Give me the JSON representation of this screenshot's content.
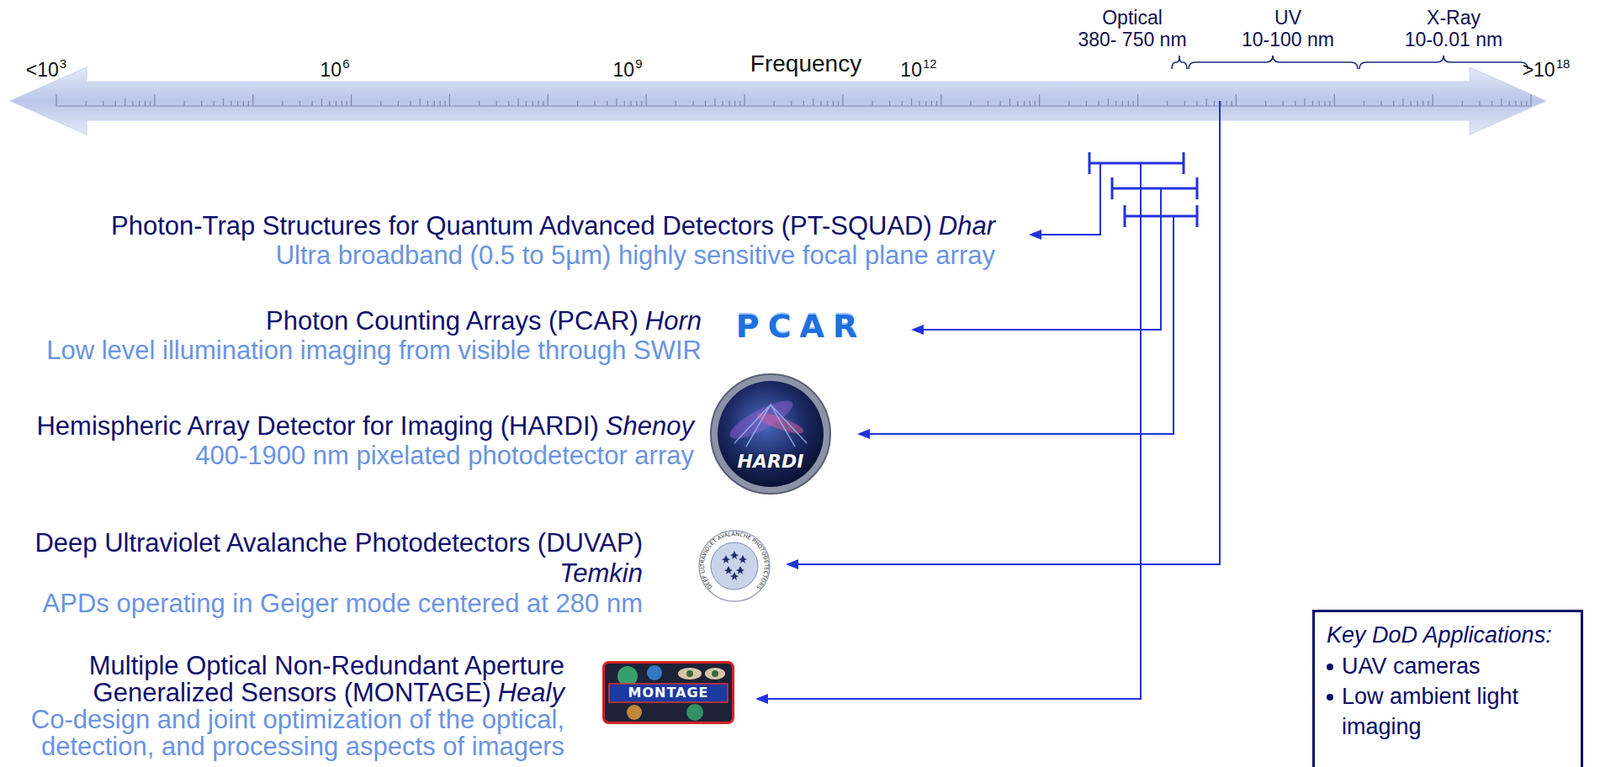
{
  "diagram": {
    "nodes": [
      {
        "text": [
          "PCAR"
        ]
      },
      {
        "text": [
          "HARDI"
        ]
      },
      {
        "text": [
          "DEEP ULTRAVIOLET AVALANCHE PHOTODETECTORS"
        ]
      },
      {
        "text": [
          "MONTAGE"
        ]
      },
      {
        "text": [
          "Key DoD Applications:",
          "UAV cameras",
          "Low ambient light imaging"
        ]
      }
    ],
    "labels": [
      "Optical",
      "380- 750 nm",
      "UV",
      "10-100 nm",
      "X-Ray",
      "10-0.01 nm",
      "<10",
      "3",
      "10",
      "6",
      "10",
      "9",
      "Frequency",
      "10",
      "12",
      ">10",
      "18",
      "Photon-Trap Structures for Quantum Advanced Detectors (PT-SQUAD)",
      "Dhar",
      "Ultra broadband (0.5 to 5µm) highly sensitive focal plane array",
      "Photon Counting Arrays (PCAR)",
      "Horn",
      "Low level illumination imaging from visible through SWIR",
      "Hemispheric Array Detector for Imaging (HARDI)",
      "Shenoy",
      "400-1900 nm pixelated photodetector array",
      "Deep Ultraviolet Avalanche Photodetectors (DUVAP)",
      "Temkin",
      "APDs operating in Geiger mode centered at 280 nm",
      "Multiple Optical Non-Redundant Aperture Generalized Sensors (MONTAGE)",
      "Healy",
      "Co-design and joint optimization of the optical, detection, and processing aspects of imagers"
    ]
  }
}
